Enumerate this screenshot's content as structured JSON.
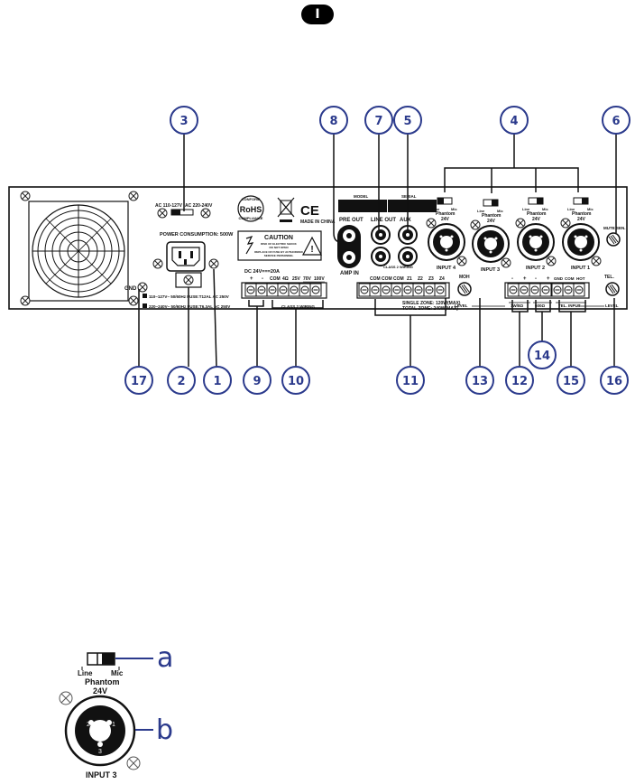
{
  "page_marker": "I",
  "callouts": {
    "c1": "1",
    "c2": "2",
    "c3": "3",
    "c4": "4",
    "c5": "5",
    "c6": "6",
    "c7": "7",
    "c8": "8",
    "c9": "9",
    "c10": "10",
    "c11": "11",
    "c12": "12",
    "c13": "13",
    "c14": "14",
    "c15": "15",
    "c16": "16",
    "c17": "17"
  },
  "panel": {
    "voltage_left": "AC 110-127V",
    "voltage_right": "AC 220-240V",
    "power_consumption": "POWER CONSUMPTION: 500W",
    "fuse_line1": "110~127V~ 50/60Hz FUSE:T12AL AC 250V",
    "fuse_line2": "220~240V~ 50/60Hz FUSE:T6.3AL AC 250V",
    "gnd": "GND",
    "rohs": "RoHS",
    "rohs_top": "CONFORM",
    "rohs_bottom": "COMPLIANCE",
    "ce": "CE",
    "made_in": "MADE IN CHINA",
    "model": "MODEL",
    "serial": "SERIAL",
    "caution_title": "CAUTION",
    "caution_l1": "RISK OF ELECTRIC SHOCK",
    "caution_l2": "DO NOT OPEN",
    "caution_l3": "REPLACE OF FUSE BY AUTHORIZED",
    "caution_l4": "SERVICE PERSONNEL",
    "dc_label": "DC 24V===20A",
    "dc_plus": "+",
    "dc_minus": "-",
    "spk_com": "COM",
    "spk_4": "4Ω",
    "spk_25": "25V",
    "spk_70": "70V",
    "spk_100": "100V",
    "class2": "CLASS 2 WIRING",
    "pre_out": "PRE OUT",
    "amp_in": "AMP IN",
    "line_out": "LINE OUT",
    "aux": "AUX",
    "class2_mid": "CLASS 2 WIRING",
    "zone_com1": "COM",
    "zone_com2": "COM",
    "zone_com3": "COM",
    "z1": "Z1",
    "z2": "Z2",
    "z3": "Z3",
    "z4": "Z4",
    "single_zone": "SINGLE ZONE: 120W(MAX)",
    "total_zone": "TOTAL ZONE: 240W(MAX)",
    "phantom": "Phantom",
    "v24": "24V",
    "line": "Line",
    "mic": "Mic",
    "input4": "INPUT 4",
    "input3": "INPUT 3",
    "input2": "INPUT 2",
    "input1": "INPUT 1",
    "mute_sen": "MUTE SEN.",
    "moh": "MOH",
    "level": "LEVEL",
    "tel": "TEL.",
    "tel_level": "LEVEL",
    "out_minus1": "-",
    "out_plus1": "+",
    "out_minus2": "-",
    "out_plus2": "+",
    "gnd2": "GND",
    "com2": "COM",
    "hot": "HOT",
    "w1": "1W/8Ω",
    "w600": "600Ω",
    "tel_input": "TEL. INPUT"
  },
  "detail": {
    "line": "Line",
    "mic": "Mic",
    "phantom": "Phantom",
    "v24": "24V",
    "input3": "INPUT 3",
    "pin1": "1",
    "pin2": "2",
    "pin3": "3",
    "label_a": "a",
    "label_b": "b"
  }
}
